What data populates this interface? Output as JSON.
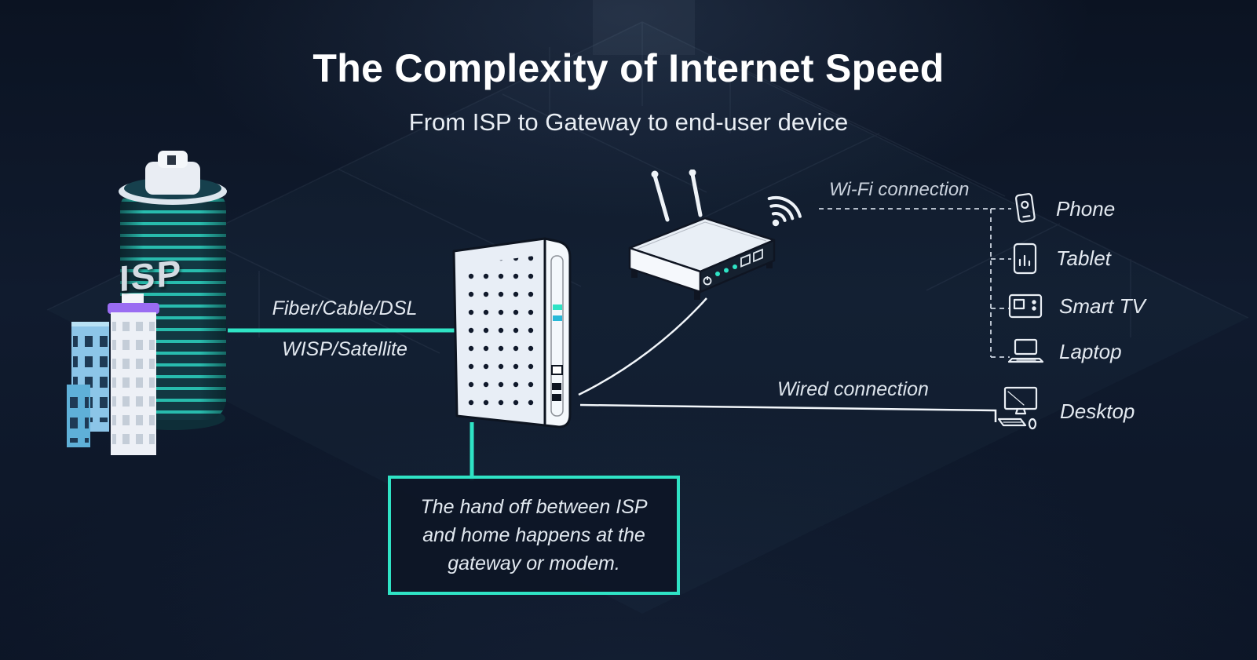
{
  "title": "The Complexity of Internet Speed",
  "subtitle": "From ISP to Gateway to end-user device",
  "isp": {
    "label": "ISP"
  },
  "connections": {
    "fiber_label": "Fiber/Cable/DSL",
    "wisp_label": "WISP/Satellite",
    "wifi_label": "Wi-Fi connection",
    "wired_label": "Wired connection"
  },
  "devices": [
    {
      "label": "Phone",
      "icon": "phone-icon"
    },
    {
      "label": "Tablet",
      "icon": "tablet-icon"
    },
    {
      "label": "Smart TV",
      "icon": "smart-tv-icon"
    },
    {
      "label": "Laptop",
      "icon": "laptop-icon"
    },
    {
      "label": "Desktop",
      "icon": "desktop-icon"
    }
  ],
  "callout": {
    "text": "The hand off between ISP and home happens at the gateway or modem."
  },
  "colors": {
    "accent_teal": "#2fe3c5",
    "background_navy": "#0f1a2d",
    "line_white": "#f2f6fa"
  }
}
